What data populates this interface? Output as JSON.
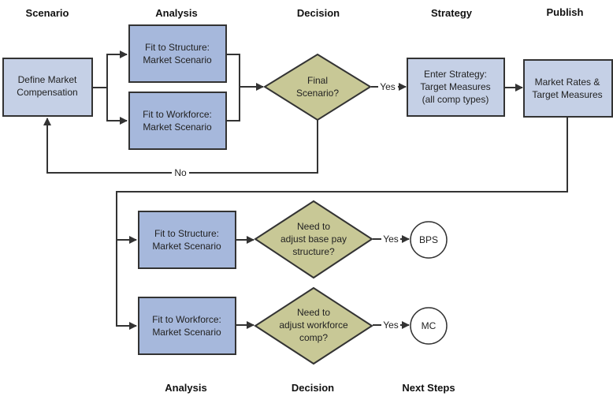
{
  "headers": {
    "top": [
      "Scenario",
      "Analysis",
      "Decision",
      "Strategy",
      "Publish"
    ],
    "bottom": [
      "Analysis",
      "Decision",
      "Next Steps"
    ]
  },
  "nodes": {
    "define_market": [
      "Define Market",
      "Compensation"
    ],
    "fit_structure_top": [
      "Fit to Structure:",
      "Market Scenario"
    ],
    "fit_workforce_top": [
      "Fit to Workforce:",
      "Market Scenario"
    ],
    "final_scenario": [
      "Final",
      "Scenario?"
    ],
    "enter_strategy": [
      "Enter Strategy:",
      "Target Measures",
      "(all comp types)"
    ],
    "market_rates": [
      "Market Rates &",
      "Target Measures"
    ],
    "fit_structure_bottom": [
      "Fit to Structure:",
      "Market Scenario"
    ],
    "need_base_pay": [
      "Need to",
      "adjust base pay",
      "structure?"
    ],
    "bps": "BPS",
    "fit_workforce_bottom": [
      "Fit to Workforce:",
      "Market Scenario"
    ],
    "need_workforce": [
      "Need to",
      "adjust workforce",
      "comp?"
    ],
    "mc": "MC"
  },
  "edge_labels": {
    "yes_final": "Yes",
    "no_final": "No",
    "yes_base_pay": "Yes",
    "yes_workforce": "Yes"
  },
  "colors": {
    "light_box": "#c5d0e6",
    "dark_box": "#a6b8dc",
    "decision": "#c8c896",
    "line": "#333333"
  }
}
